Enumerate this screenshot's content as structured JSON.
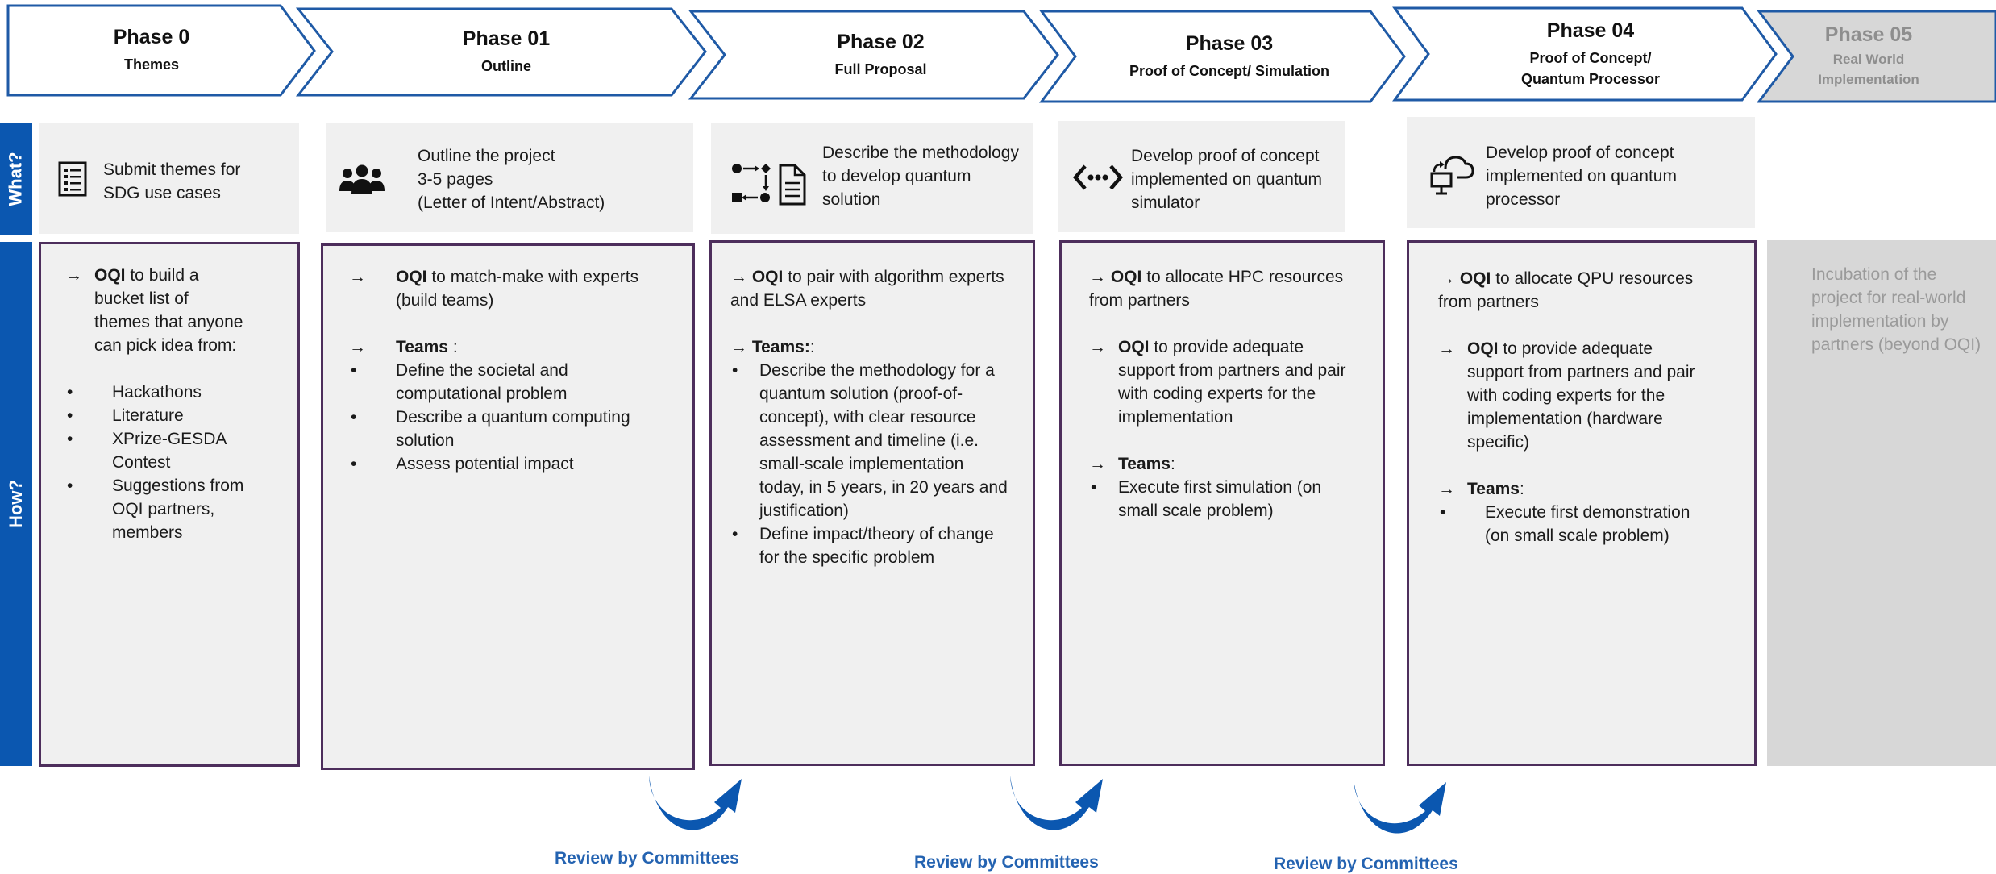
{
  "side_labels": {
    "what": "What?",
    "how": "How?"
  },
  "colors": {
    "accent_blue": "#0b57b0",
    "review_blue": "#2463b1",
    "box_border": "#4d2e5c",
    "box_bg": "#f0f0f0",
    "muted_bg": "#d7d7d7"
  },
  "phases": [
    {
      "title": "Phase 0",
      "subtitle": "Themes"
    },
    {
      "title": "Phase 01",
      "subtitle": "Outline"
    },
    {
      "title": "Phase 02",
      "subtitle": "Full Proposal"
    },
    {
      "title": "Phase 03",
      "subtitle": "Proof of Concept/ Simulation"
    },
    {
      "title": "Phase 04",
      "subtitle": "Proof of Concept/\nQuantum Processor"
    },
    {
      "title": "Phase 05",
      "subtitle": "Real World\nImplementation"
    }
  ],
  "what": [
    {
      "icon": "checklist-icon",
      "text": "Submit themes for\nSDG use cases"
    },
    {
      "icon": "people-group-icon",
      "text": "Outline the project\n3-5 pages\n(Letter of Intent/Abstract)"
    },
    {
      "icon": "algorithm-document-icon",
      "text": "Describe the methodology\nto develop quantum solution"
    },
    {
      "icon": "code-brackets-icon",
      "text": "Develop proof of concept\nimplemented on quantum\nsimulator"
    },
    {
      "icon": "cloud-computer-icon",
      "text": "Develop proof of concept\nimplemented on  quantum\nprocessor"
    }
  ],
  "how": {
    "p0": {
      "arrow": "→",
      "lead_bold": "OQI",
      "lead_rest": [
        " to build a",
        "bucket list of",
        "themes that anyone",
        "can pick idea from:"
      ],
      "bullet": "•",
      "bullets": [
        [
          "Hackathons"
        ],
        [
          "Literature"
        ],
        [
          "XPrize-GESDA",
          "Contest"
        ],
        [
          "Suggestions from",
          "OQI partners,",
          "members"
        ]
      ]
    },
    "p1": {
      "arrow": "→",
      "oqi_bold": "OQI",
      "oqi_rest": [
        " to match-make with experts",
        "(build teams)"
      ],
      "teams_bold": "Teams",
      "teams_rest": " :",
      "bullet": "•",
      "bullets": [
        [
          "Define the societal and",
          "computational problem"
        ],
        [
          "Describe a quantum computing",
          "solution"
        ],
        [
          "Assess potential impact"
        ]
      ]
    },
    "p2": {
      "arrow": "→",
      "oqi_bold": "OQI",
      "oqi_rest": [
        " to pair with algorithm experts",
        "and ELSA experts"
      ],
      "teams_bold": "Teams:",
      "teams_rest": ":",
      "bullet": "•",
      "bullets": [
        [
          "Describe the methodology for a",
          "quantum solution (proof-of-",
          "concept), with clear resource",
          "assessment and timeline (i.e.",
          "small-scale implementation",
          "today, in 5 years, in 20 years and",
          "justification)"
        ],
        [
          "Define impact/theory of change",
          "for the specific problem"
        ]
      ]
    },
    "p3": {
      "arrow": "→",
      "line1_bold": "OQI",
      "line1_rest": [
        " to allocate HPC resources",
        "from partners"
      ],
      "line2_bold": "OQI",
      "line2_rest": [
        " to provide adequate",
        "support from partners and pair",
        "with coding experts for the",
        "implementation"
      ],
      "teams_bold": "Teams",
      "teams_rest": ":",
      "bullet": "•",
      "bullets": [
        [
          "Execute first simulation (on",
          "small scale problem)"
        ]
      ]
    },
    "p4": {
      "arrow": "→",
      "line1_bold": "OQI",
      "line1_rest": [
        " to allocate QPU resources",
        "from partners"
      ],
      "line2_bold": "OQI",
      "line2_rest": [
        " to provide adequate",
        "support from partners and pair",
        "with coding experts for the",
        "implementation (hardware",
        "specific)"
      ],
      "teams_bold": "Teams",
      "teams_rest": ":",
      "bullet": "•",
      "bullets": [
        [
          "Execute first demonstration",
          "(on small scale problem)"
        ]
      ]
    },
    "p5": {
      "lines": [
        "Incubation of the",
        "project for real-world",
        "implementation by",
        "partners (beyond OQI)"
      ]
    }
  },
  "reviews": [
    {
      "label": "Review by Committees"
    },
    {
      "label": "Review by Committees"
    },
    {
      "label": "Review by Committees"
    }
  ]
}
